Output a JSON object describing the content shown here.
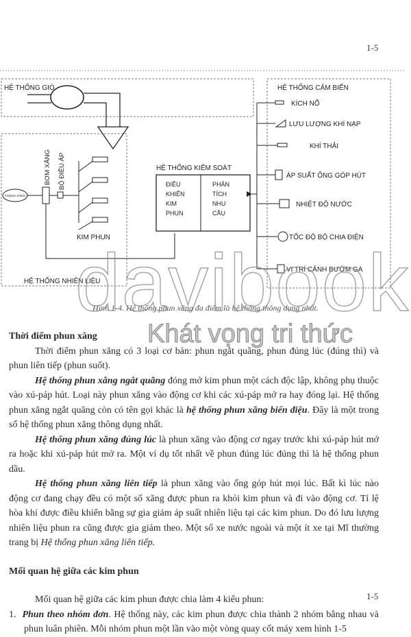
{
  "page_number": "1-5",
  "diagram": {
    "air_system": "HỆ THỐNG GIÓ",
    "fuel_system": "HỆ THỐNG NHIÊN LIỆU",
    "fuel_tank": "THÙNG XĂNG",
    "fuel_pump": "BƠM XĂNG",
    "pressure_regulator": "BỘ ĐIỀU ÁP",
    "injectors": "KIM PHUN",
    "control_system": "HỆ THỐNG KIỂM SOÁT",
    "control_left": [
      "ĐIỀU",
      "KHIỂN",
      "KIM",
      "PHUN"
    ],
    "control_right": [
      "PHÂN",
      "TÍCH",
      "NHU",
      "CẦU"
    ],
    "sensor_system": "HỆ THỐNG CẢM BIẾN",
    "sensors": [
      "KÍCH NỔ",
      "LƯU LƯỢNG KHÍ NẠP",
      "KHÍ THẢI",
      "ÁP SUẤT ỐNG GÓP HÚT",
      "NHIỆT ĐỘ NƯỚC",
      "TỐC ĐỘ BỘ CHIA ĐIỆN",
      "VỊ TRÍ CẢNH BƯỚM GA"
    ]
  },
  "caption": "Hình 1-4. Hệ thống phun xăng đa điểm là hệ thống thông dụng nhất.",
  "watermark": {
    "brand": "davibooks",
    "slogan": "Khát vọng tri thức"
  },
  "sections": {
    "timing_heading": "Thời điểm phun xăng",
    "timing_intro": "Thời điểm phun xăng có 3 loại cơ bản: phun ngắt quãng, phun đúng lúc (đúng thì) và phun liên tiếp (phun suốt).",
    "intermittent_term": "Hệ thống phun xăng ngắt quãng",
    "intermittent_text1": " đóng mở kim phun một cách độc lập, không phụ thuộc vào xú-páp hút. Loại này phun xăng vào động cơ khi các xú-páp mở ra hay đóng lại. Hệ thống phun xăng ngắt quãng còn có tên gọi khác là ",
    "intermittent_term2": "hệ thống phun xăng biến điệu",
    "intermittent_text2": ". Đây là một trong số hệ thống phun xăng thông dụng nhất.",
    "timed_term": "Hệ thống phun xăng đúng lúc",
    "timed_text": " là phun xăng vào động cơ ngay trước khi xú-páp hút mở ra hoặc khi xú-páp hút mở ra. Một ví dụ tốt nhất về phun đúng lúc đúng thì là hệ thống phun dầu.",
    "continuous_term": "Hệ thống phun xăng liên tiếp",
    "continuous_text1": " là phun xăng vào ống góp hút mọi lúc. Bất kì lúc nào động cơ đang chạy đều có một số xăng được phun ra khỏi kim phun và đi vào động cơ. Tỉ lệ hòa khí được điều khiển bằng sự gia giảm áp suất nhiên liệu tại các kim phun. Do đó lưu lượng nhiên liệu phun ra cũng được gia giảm theo. Một số xe nước ngoài và một ít xe tại Mĩ thường trang bị ",
    "continuous_text2": "Hệ thống phun xăng liên tiếp.",
    "relation_heading": "Mối quan hệ giữa các kim phun",
    "relation_intro": "Mối quan hệ giữa các kim phun được chia làm 4 kiểu phun:",
    "item1_number": "1.",
    "item1_term": "Phun theo nhóm đơn",
    "item1_text": ". Hệ thống này, các kim phun được chia thành 2 nhóm bằng nhau và phun luân phiên. Mỗi nhóm phun một lần vào một vòng quay cốt máy xem hình 1-5"
  }
}
